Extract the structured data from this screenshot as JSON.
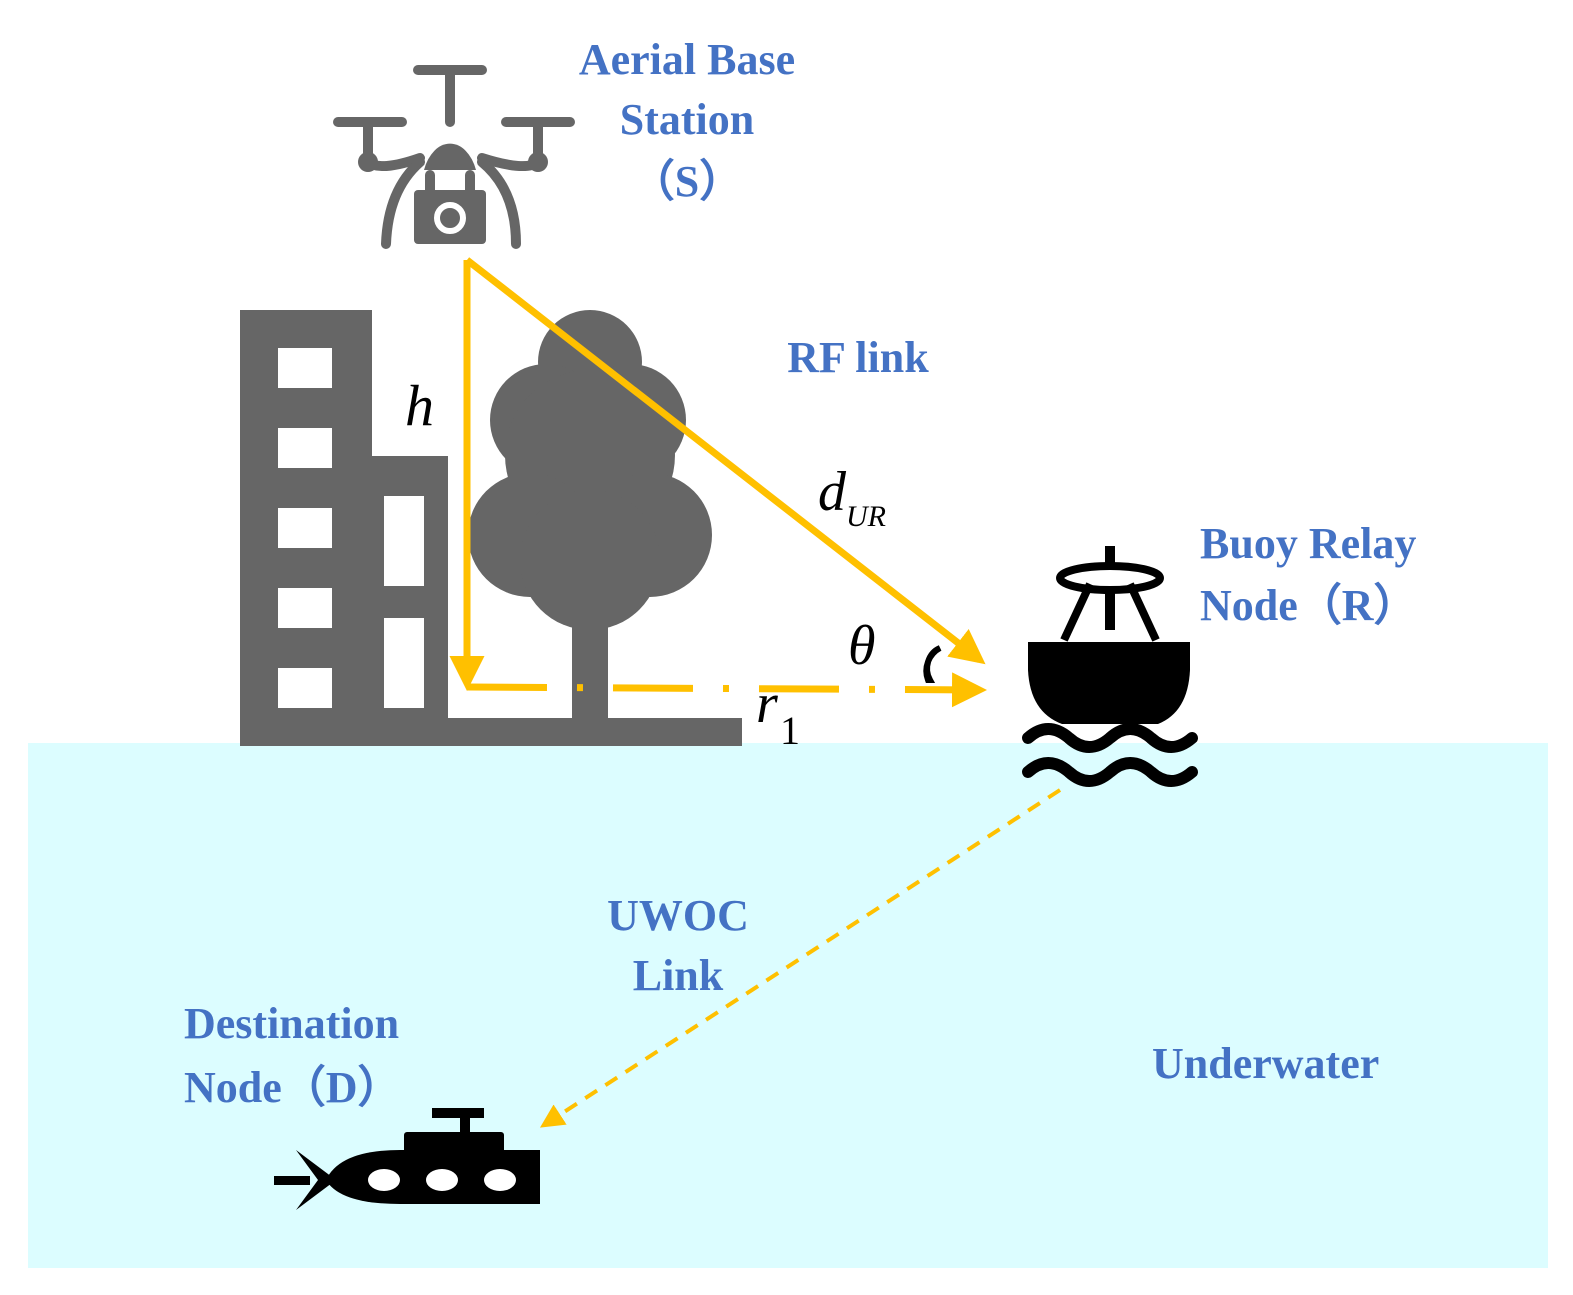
{
  "labels": {
    "source": [
      "Aerial Base",
      "Station",
      "（S）"
    ],
    "rf_link": "RF link",
    "relay": [
      "Buoy Relay",
      "Node（R）"
    ],
    "uwoc": [
      "UWOC",
      "Link"
    ],
    "destination": [
      "Destination",
      "Node（D）"
    ],
    "underwater": "Underwater"
  },
  "math": {
    "height": "h",
    "distance": "d",
    "distance_sub": "UR",
    "angle": "θ",
    "radius": "r",
    "radius_sub": "1"
  },
  "icons": {
    "source": "drone-with-camera-icon",
    "building": "building-icon",
    "tree": "tree-icon",
    "relay": "buoy-icon",
    "destination": "submarine-icon"
  },
  "colors": {
    "label": "#4472c4",
    "link": "#ffc000",
    "water": "#dcfdff",
    "land_objects": "#666666",
    "nodes": "#000000"
  }
}
